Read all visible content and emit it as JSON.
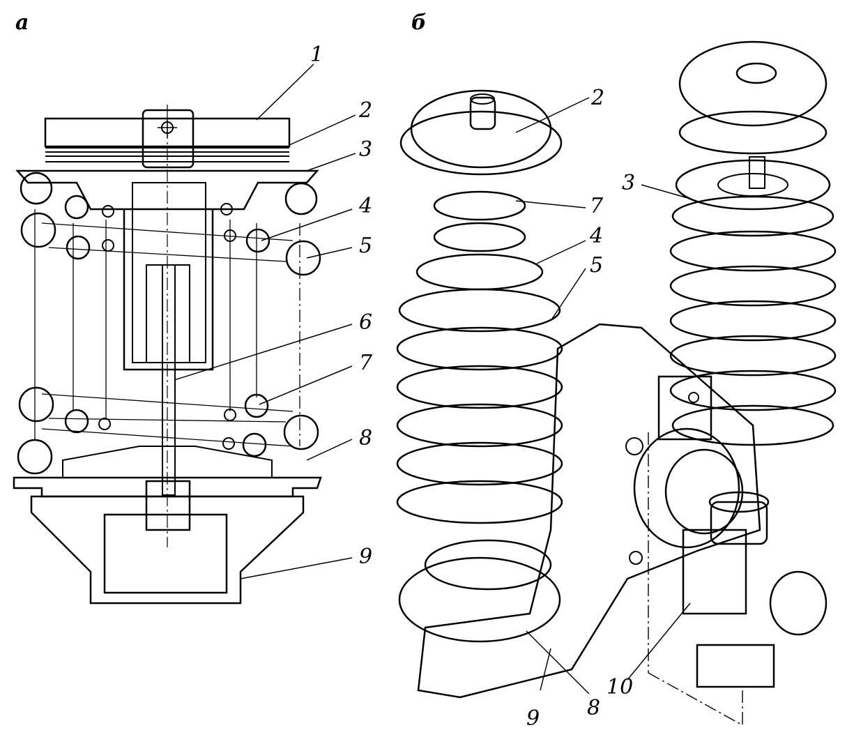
{
  "figure": {
    "panel_a_label": "а",
    "panel_b_label": "б"
  },
  "panel_a": {
    "callouts": [
      "1",
      "2",
      "3",
      "4",
      "5",
      "6",
      "7",
      "8",
      "9"
    ]
  },
  "panel_b": {
    "callouts": [
      "2",
      "7",
      "4",
      "5",
      "3",
      "10",
      "9",
      "8"
    ]
  }
}
